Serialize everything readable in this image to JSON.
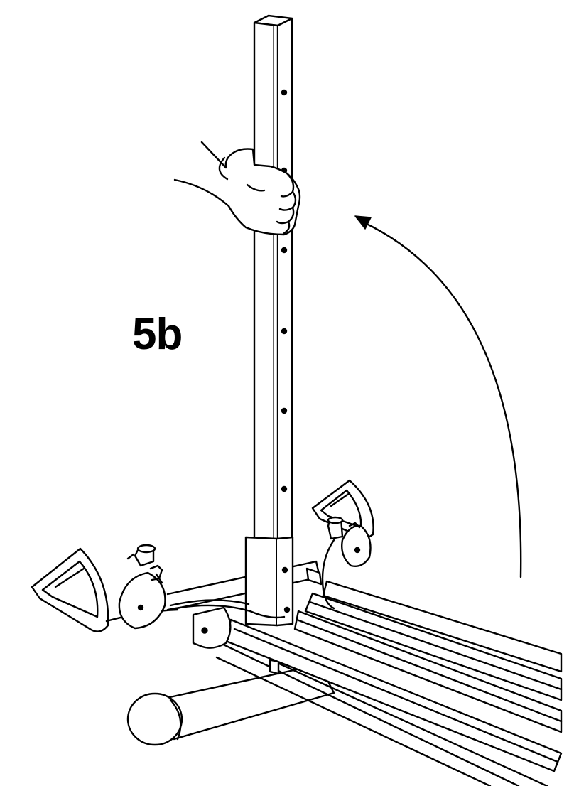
{
  "figure": {
    "step_label": "5b",
    "colors": {
      "line": "#000000",
      "background": "#ffffff",
      "fill": "#ffffff"
    },
    "parts": [
      "upright-post",
      "hand",
      "rotation-arrow",
      "base-bracket",
      "left-handle-pulley",
      "right-handle-pulley",
      "rear-foot-tube",
      "bench-rails"
    ]
  }
}
